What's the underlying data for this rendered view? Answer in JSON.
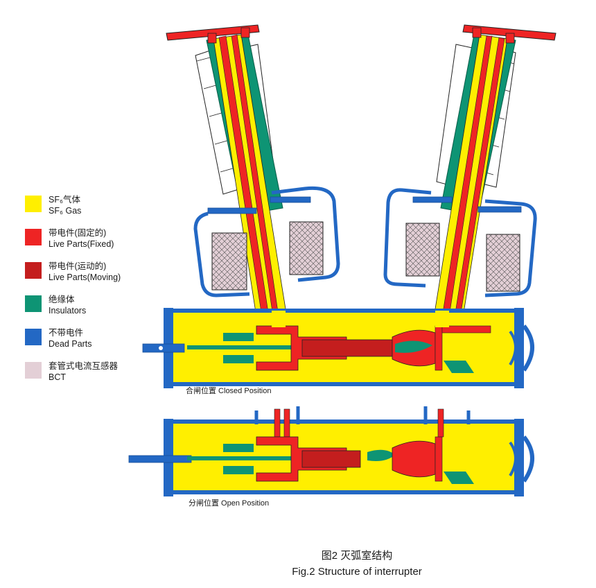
{
  "legend": {
    "items": [
      {
        "cn": "SF₆气体",
        "en": "SF₆ Gas",
        "color": "#ffef00"
      },
      {
        "cn": "带电件(固定的)",
        "en": "Live Parts(Fixed)",
        "color": "#ee2424"
      },
      {
        "cn": "带电件(运动的)",
        "en": "Live Parts(Moving)",
        "color": "#c41e1e"
      },
      {
        "cn": "绝缘体",
        "en": "Insulators",
        "color": "#0e9474"
      },
      {
        "cn": "不带电件",
        "en": "Dead Parts",
        "color": "#2368c4"
      },
      {
        "cn": "套管式电流互感器",
        "en": "BCT",
        "color": "#e3cfd6"
      }
    ]
  },
  "diagram": {
    "closed_label": "合闸位置 Closed Position",
    "open_label": "分闸位置 Open Position"
  },
  "caption": {
    "cn": "图2  灭弧室结构",
    "en": "Fig.2  Structure of interrupter"
  }
}
